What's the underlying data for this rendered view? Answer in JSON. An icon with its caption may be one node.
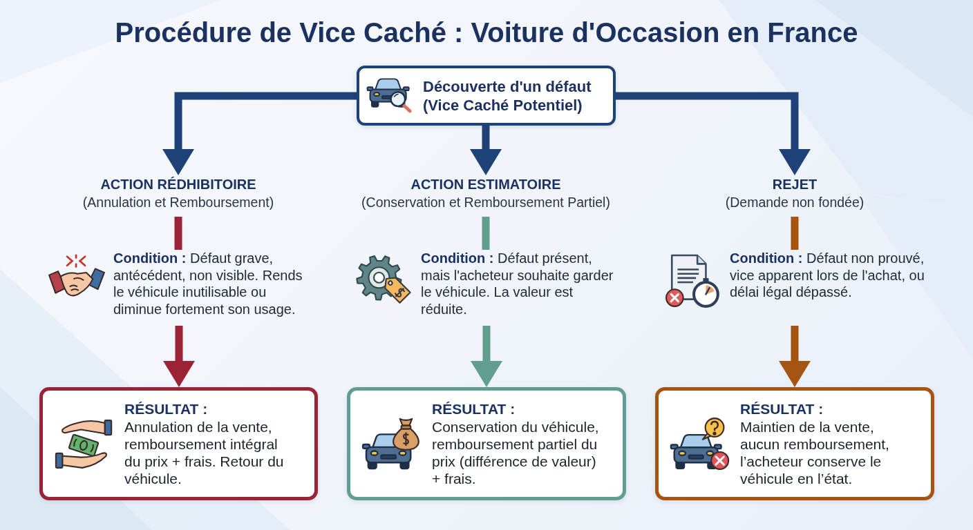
{
  "diagram": {
    "title": "Procédure de Vice Caché : Voiture d'Occasion en France",
    "nodes": [
      {
        "text": [
          "Découverte d'un défaut (Vice Caché Potentiel)"
        ]
      },
      {
        "text": [
          "ACTION RÉDHIBITOIRE",
          "(Annulation et Remboursement)"
        ]
      },
      {
        "text": [
          "ACTION ESTIMATOIRE",
          "(Conservation et Remboursement Partiel)"
        ]
      },
      {
        "text": [
          "REJET",
          "(Demande non fondée)"
        ]
      },
      {
        "text": [
          "**Condition :** Défaut grave, antécédent, non visible. Rends le véhicule inutilisable ou diminue fortement son usage."
        ]
      },
      {
        "text": [
          "**Condition :** Défaut présent, mais l'acheteur souhaite garder le véhicule. La valeur est réduite."
        ]
      },
      {
        "text": [
          "**Condition :** Défaut non prouvé, vice apparent lors de l'achat, ou délai légal dépassé."
        ]
      },
      {
        "text": [
          "RÉSULTAT :",
          "Annulation de la vente, remboursement intégral du prix + frais. Retour du véhicule."
        ]
      },
      {
        "text": [
          "RÉSULTAT :",
          "Conservation du véhicule, remboursement partiel du prix (différence de valeur) + frais."
        ]
      },
      {
        "text": [
          "RÉSULTAT :",
          "Maintien de la vente, aucun remboursement, l’acheteur conserve le véhicule en l’état."
        ]
      }
    ],
    "edges": [
      {
        "from": 0,
        "to": 1,
        "arrow": "to",
        "color": "#1e4178"
      },
      {
        "from": 0,
        "to": 2,
        "arrow": "to",
        "color": "#1e4178"
      },
      {
        "from": 0,
        "to": 3,
        "arrow": "to",
        "color": "#1e4178"
      },
      {
        "from": 1,
        "to": 4,
        "arrow": "none",
        "color": "#9b2335"
      },
      {
        "from": 4,
        "to": 7,
        "arrow": "to",
        "color": "#9b2335"
      },
      {
        "from": 2,
        "to": 5,
        "arrow": "none",
        "color": "#629e90"
      },
      {
        "from": 5,
        "to": 8,
        "arrow": "to",
        "color": "#629e90"
      },
      {
        "from": 3,
        "to": 6,
        "arrow": "none",
        "color": "#a65412"
      },
      {
        "from": 6,
        "to": 9,
        "arrow": "to",
        "color": "#a65412"
      }
    ]
  }
}
